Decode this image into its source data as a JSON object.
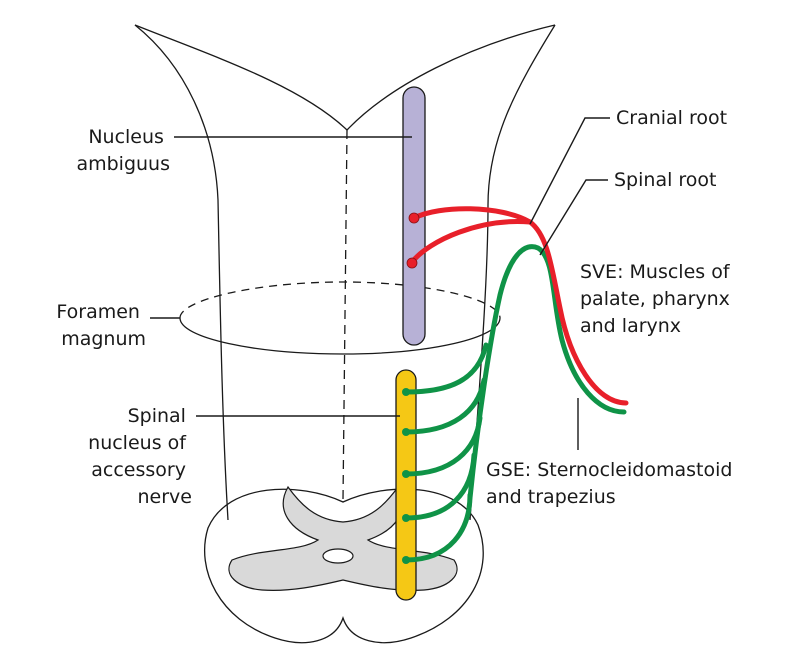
{
  "labels": {
    "nucleus_ambiguus": [
      "Nucleus",
      "ambiguus"
    ],
    "foramen_magnum": [
      "Foramen",
      "magnum"
    ],
    "spinal_nucleus": [
      "Spinal",
      "nucleus of",
      "accessory",
      "nerve"
    ],
    "cranial_root": "Cranial root",
    "spinal_root": "Spinal root",
    "sve": [
      "SVE: Muscles of",
      "palate, pharynx",
      "and larynx"
    ],
    "gse": [
      "GSE: Sternocleidomastoid",
      "and trapezius"
    ]
  },
  "colors": {
    "nucleus_ambiguus_fill": "#b7b1d6",
    "spinal_nucleus_fill": "#f5c815",
    "cranial_fiber": "#e8202a",
    "spinal_fiber": "#0f9347",
    "grey_matter": "#d9d9d9",
    "outline": "#1a1a1a"
  }
}
